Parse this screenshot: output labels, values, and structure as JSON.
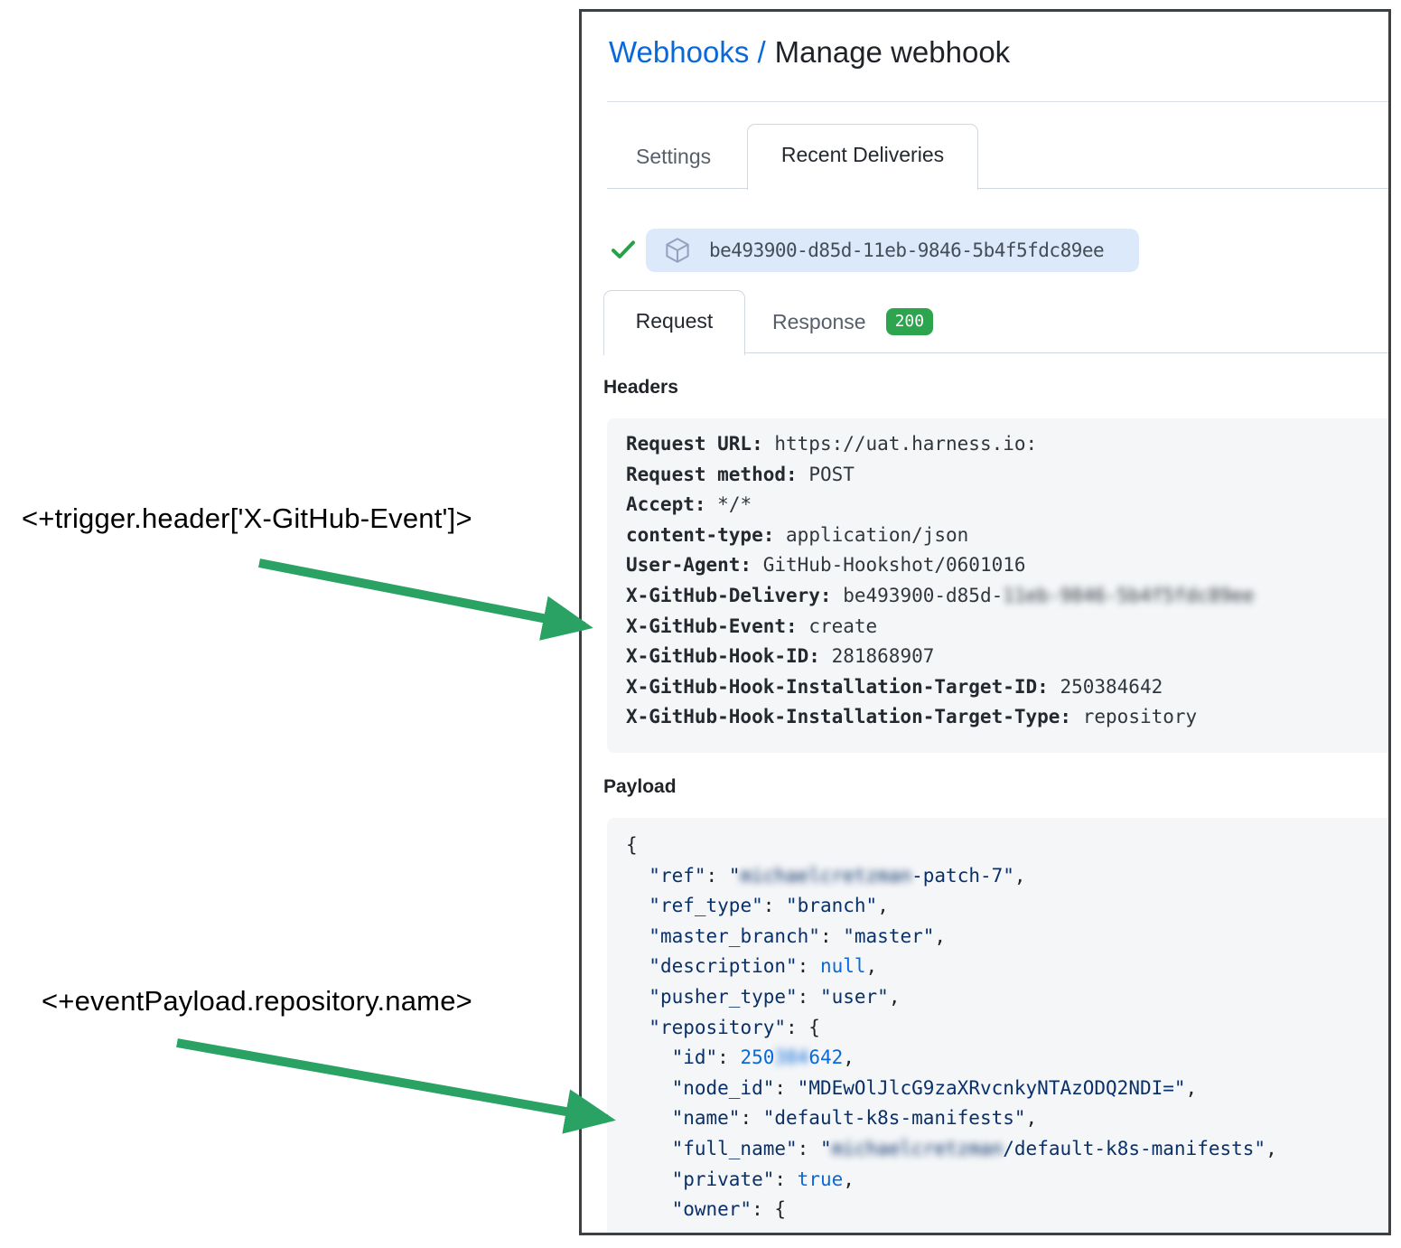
{
  "annotations": {
    "trigger_expression": "<+trigger.header['X-GitHub-Event']>",
    "payload_expression": "<+eventPayload.repository.name>"
  },
  "colors": {
    "arrow_green": "#2aa263",
    "check_green": "#26a148",
    "badge_green": "#2da44e",
    "link_blue": "#0969da",
    "pill_blue": "#dbe9fb",
    "codebox_gray": "#f4f6f8",
    "json_navy": "#0a3069",
    "json_blue": "#0969da"
  },
  "header": {
    "breadcrumb_link": "Webhooks /",
    "title": "Manage webhook"
  },
  "tabs": {
    "settings": "Settings",
    "recent_deliveries": "Recent Deliveries"
  },
  "delivery": {
    "icon": "package-cube-icon",
    "id": "be493900-d85d-11eb-9846-5b4f5fdc89ee",
    "status_icon": "check-icon"
  },
  "subtabs": {
    "request": "Request",
    "response": "Response",
    "response_status": "200"
  },
  "sections": {
    "headers_title": "Headers",
    "payload_title": "Payload"
  },
  "request_headers": [
    {
      "key": "Request URL:",
      "value": "https://uat.harness.io:"
    },
    {
      "key": "Request method:",
      "value": "POST"
    },
    {
      "key": "Accept:",
      "value": "*/*"
    },
    {
      "key": "content-type:",
      "value": "application/json"
    },
    {
      "key": "User-Agent:",
      "value": "GitHub-Hookshot/0601016"
    },
    {
      "key": "X-GitHub-Delivery:",
      "value": "be493900-d85d-",
      "redacted": "11eb-9846-5b4f5fdc89ee"
    },
    {
      "key": "X-GitHub-Event:",
      "value": "create"
    },
    {
      "key": "X-GitHub-Hook-ID:",
      "value": "281868907"
    },
    {
      "key": "X-GitHub-Hook-Installation-Target-ID:",
      "value": "250384642"
    },
    {
      "key": "X-GitHub-Hook-Installation-Target-Type:",
      "value": "repository"
    }
  ],
  "payload_lines": [
    [
      {
        "c": "p",
        "t": "{"
      }
    ],
    [
      {
        "c": "p",
        "t": "  "
      },
      {
        "c": "k",
        "t": "\"ref\""
      },
      {
        "c": "p",
        "t": ": "
      },
      {
        "c": "s",
        "t": "\""
      },
      {
        "c": "r",
        "t": "michaelcretzman"
      },
      {
        "c": "s",
        "t": "-patch-7\""
      },
      {
        "c": "p",
        "t": ","
      }
    ],
    [
      {
        "c": "p",
        "t": "  "
      },
      {
        "c": "k",
        "t": "\"ref_type\""
      },
      {
        "c": "p",
        "t": ": "
      },
      {
        "c": "s",
        "t": "\"branch\""
      },
      {
        "c": "p",
        "t": ","
      }
    ],
    [
      {
        "c": "p",
        "t": "  "
      },
      {
        "c": "k",
        "t": "\"master_branch\""
      },
      {
        "c": "p",
        "t": ": "
      },
      {
        "c": "s",
        "t": "\"master\""
      },
      {
        "c": "p",
        "t": ","
      }
    ],
    [
      {
        "c": "p",
        "t": "  "
      },
      {
        "c": "k",
        "t": "\"description\""
      },
      {
        "c": "p",
        "t": ": "
      },
      {
        "c": "n",
        "t": "null"
      },
      {
        "c": "p",
        "t": ","
      }
    ],
    [
      {
        "c": "p",
        "t": "  "
      },
      {
        "c": "k",
        "t": "\"pusher_type\""
      },
      {
        "c": "p",
        "t": ": "
      },
      {
        "c": "s",
        "t": "\"user\""
      },
      {
        "c": "p",
        "t": ","
      }
    ],
    [
      {
        "c": "p",
        "t": "  "
      },
      {
        "c": "k",
        "t": "\"repository\""
      },
      {
        "c": "p",
        "t": ": {"
      }
    ],
    [
      {
        "c": "p",
        "t": "    "
      },
      {
        "c": "k",
        "t": "\"id\""
      },
      {
        "c": "p",
        "t": ": "
      },
      {
        "c": "n",
        "t": "250"
      },
      {
        "c": "rn",
        "t": "384"
      },
      {
        "c": "n",
        "t": "642"
      },
      {
        "c": "p",
        "t": ","
      }
    ],
    [
      {
        "c": "p",
        "t": "    "
      },
      {
        "c": "k",
        "t": "\"node_id\""
      },
      {
        "c": "p",
        "t": ": "
      },
      {
        "c": "s",
        "t": "\"MDEwOlJlcG9zaXRvcnkyNTAzODQ2NDI=\""
      },
      {
        "c": "p",
        "t": ","
      }
    ],
    [
      {
        "c": "p",
        "t": "    "
      },
      {
        "c": "k",
        "t": "\"name\""
      },
      {
        "c": "p",
        "t": ": "
      },
      {
        "c": "s",
        "t": "\"default-k8s-manifests\""
      },
      {
        "c": "p",
        "t": ","
      }
    ],
    [
      {
        "c": "p",
        "t": "    "
      },
      {
        "c": "k",
        "t": "\"full_name\""
      },
      {
        "c": "p",
        "t": ": "
      },
      {
        "c": "s",
        "t": "\""
      },
      {
        "c": "r",
        "t": "michaelcretzman"
      },
      {
        "c": "s",
        "t": "/default-k8s-manifests\""
      },
      {
        "c": "p",
        "t": ","
      }
    ],
    [
      {
        "c": "p",
        "t": "    "
      },
      {
        "c": "k",
        "t": "\"private\""
      },
      {
        "c": "p",
        "t": ": "
      },
      {
        "c": "n",
        "t": "true"
      },
      {
        "c": "p",
        "t": ","
      }
    ],
    [
      {
        "c": "p",
        "t": "    "
      },
      {
        "c": "k",
        "t": "\"owner\""
      },
      {
        "c": "p",
        "t": ": {"
      }
    ]
  ]
}
